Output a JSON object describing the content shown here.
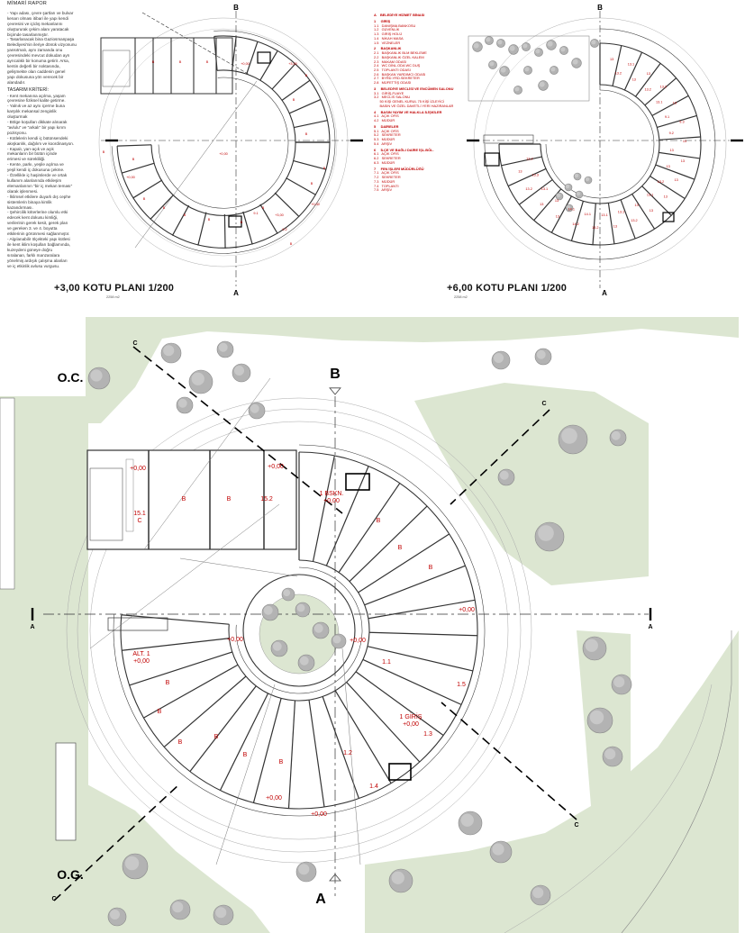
{
  "report": {
    "title": "MİMARİ RAPOR",
    "body": [
      "- Yapı adası, çevre şartları ve bulvar",
      "kenarı olması itibari ile yapı kendi",
      "çevresini ve iç/dış mekanlarını",
      "oluştururak çekim alanı yaratacak",
      "biçimde tasarlanmıştır.",
      "- Tasarlanacak bina Gaziosmanpaşa",
      "Belediyesi'nin ileriye dönük vizyonunu",
      "yansıtmalı, aynı zamanda onu",
      "çevresindeki mevcut dokudan ayrı",
      "ayrıcalıklı bir konuma getirir. Arsa,",
      "kentin değerli bir noktasında,",
      "gelişmekte olan caddenin genel",
      "yapı dokusuna yön verecek bir",
      "alandadır."
    ],
    "criteria_title": "TASARIM KRİTERİ:",
    "criteria": [
      "- Kent mekanına açılma, yaşam",
      "çevresine fiziksel kalite getirme.",
      "- Yalnık ve az aynı içerme buna",
      "karşılık mekansal zenginlik",
      "oluşturmak",
      "- Bölge koşulları dikkate alınarak",
      "\"avlulu\" ve \"arkalı\" bir yapı kırım",
      "pozisyonu.",
      "- Kütlelerin kendi iç bütünsendeki",
      "akışkanlık, dağılım ve koordinasyon.",
      "- Kapalı, yarı-açık ve açık",
      "mekanların bir bütün içinde",
      "erimesi ve sürekliliği.",
      "- Kente, parkı, yeşile açılma ve",
      "yeşil kendi iç dokusuna çekme.",
      "- Özellikle iç haşimlerde ve ortak",
      "kullanım alanlarında etkileşim",
      "elemanlarının \"bir iç mekan teması\"",
      "olarak işlenmesi.",
      "- İklimsel etkilere duyarlı dış cephe",
      "sistemlerin binaya kimlik",
      "kazandırması.",
      "- Şehircilik kriterlerine olumlu etki",
      "edecek kent dokusu kimliği,",
      "verilerinin gerek kesit, gerek plan",
      "ve gereken 3. ve 4. boyutta",
      "etkilerinin görünmesi sağlanmıştır.",
      "- Algılanabilir ölçekteki yapı kütlesi",
      "ile kent iklim koşulları bağlamında,",
      "kuzeydeni güneye doğru",
      "sıralanan, farklı manzaralara",
      "yönelmiş ardışık çalışma alanları",
      "ve iç etkinlik avlusu vurgusu."
    ]
  },
  "legend": [
    {
      "items": [
        "A    BELEDİYE HİZMET BİNASI"
      ],
      "sec": true
    },
    {
      "items": [
        "1     GİRİŞ",
        "1.1   DANIŞMA BANKOSU",
        "1.2   GÜVENLİK",
        "1.3   GİRİŞ HOLÜ",
        "1.4   NİKAH MASA",
        "1.5   VEZNELER"
      ]
    },
    {
      "items": [
        "2     BAŞKANLIK",
        "2.1   BAŞKANLIK BLM BEKLEME",
        "2.2   BAŞKANLIK ÖZEL KALEM",
        "2.3   MAKAM ODASI",
        "2.4   WC DİNL.ODA WC DUŞ",
        "2.5   TOPLANTI ODASI",
        "2.6   BAŞKAN YARDIMCI ODASI",
        "2.7   BYRD.YRD.SEKRETER",
        "2.8   MÜFETTİŞ ODASI"
      ]
    },
    {
      "items": [
        "3     BELEDİYE MECLİSİ VE ENCÜMEN SALONU",
        "3.1   GİRİŞ-FUAYE",
        "3.2   MECLİS SALONU",
        "      50 KİŞİ GENEL KURUL 75 KİŞİ İZLEYİCİ",
        "      BASIN VE ÖZEL DAVETLİ YERİ HAZIRANLAR"
      ]
    },
    {
      "items": [
        "4     BASIN YAYIM VE HALKLA İLİŞKİLER",
        "4.1   AÇIK OFİS",
        "4.2   MÜDÜR"
      ]
    },
    {
      "items": [
        "5     DAİRELER",
        "5.1   AÇIK OFİS",
        "5.2   SEKRETER",
        "5.3   MÜDÜR",
        "5.4   ARŞİV"
      ]
    },
    {
      "items": [
        "6     İLÇE VE BAĞLI DAİRE İŞL.BÖL.",
        "6.1   AÇIK OFİS",
        "6.2   SEKRETER",
        "6.3   MÜDÜR"
      ]
    },
    {
      "items": [
        "7     FEN İŞLERİ MÜDÜRLÜĞÜ",
        "7.1   AÇIK OFİS",
        "7.2   SEKRETER",
        "7.3   MÜDÜR",
        "7.4   TOPLANTI",
        "7.5   ARŞİV"
      ]
    }
  ],
  "plans": {
    "top_left": {
      "title": "+3,00 KOTU PLANI 1/200",
      "area": "2258 m2",
      "north_label": "B",
      "south_label": "A",
      "room_labels": [
        "B",
        "B",
        "B",
        "+0,00",
        "+3,00",
        "+0,00",
        "B",
        "B",
        "B",
        "B",
        "B",
        "B",
        "B",
        "B",
        "B",
        "B",
        "9.1",
        "9.2",
        "B",
        "+3,00",
        "B",
        "B",
        "B",
        "+0,00",
        "+0,00"
      ]
    },
    "top_right": {
      "title": "+6,00 KOTU PLANI 1/200",
      "area": "2258 m2",
      "north_label": "B",
      "south_label": "A",
      "room_labels": [
        "13",
        "13.2",
        "13.1",
        "13",
        "13",
        "13.2",
        "13.2",
        "13.1",
        "13",
        "9.1",
        "9.3",
        "9.2",
        "13",
        "13",
        "13",
        "13",
        "13",
        "13.2",
        "13",
        "13.1",
        "13",
        "13",
        "13.2",
        "13.1",
        "13",
        "13.1",
        "13.2",
        "14.1",
        "14.2",
        "14.1",
        "13",
        "13",
        "13",
        "13.1",
        "13.2",
        "13.3",
        "13",
        "13.2"
      ]
    },
    "ground": {
      "north_label": "B",
      "south_label": "A",
      "oc_label": "O.C.",
      "og_label": "O.G.",
      "c_label": "C",
      "a_label": "A",
      "rooms": {
        "r151": "15.1\nC",
        "b1": "B",
        "b2": "B",
        "r152": "15.2",
        "bskn": "1 BSKN.\n+0,00",
        "lvl1": "+0,00",
        "lvl2": "+0,00",
        "lvl3": "+0,00",
        "lvl4": "+0,00",
        "lvl5": "+0,00",
        "lvl6": "+0,00",
        "lvl7": "+0,00",
        "alt": "ALT.  1\n+0,00",
        "r11": "1.1",
        "r15": "1.5",
        "r12": "1.2",
        "r13": "1.3",
        "r14": "1.4",
        "giris": "1 GİRİŞ\n+0,00",
        "bR1": "B",
        "bR2": "B",
        "bR3": "B",
        "bL1": "B",
        "bL2": "B",
        "bL3": "B",
        "bL4": "B",
        "bL5": "B",
        "bL6": "B"
      }
    }
  },
  "colors": {
    "green": "#dce6d1",
    "tree": "#b3b3b3",
    "line": "#333333",
    "red_label": "#c00000"
  }
}
